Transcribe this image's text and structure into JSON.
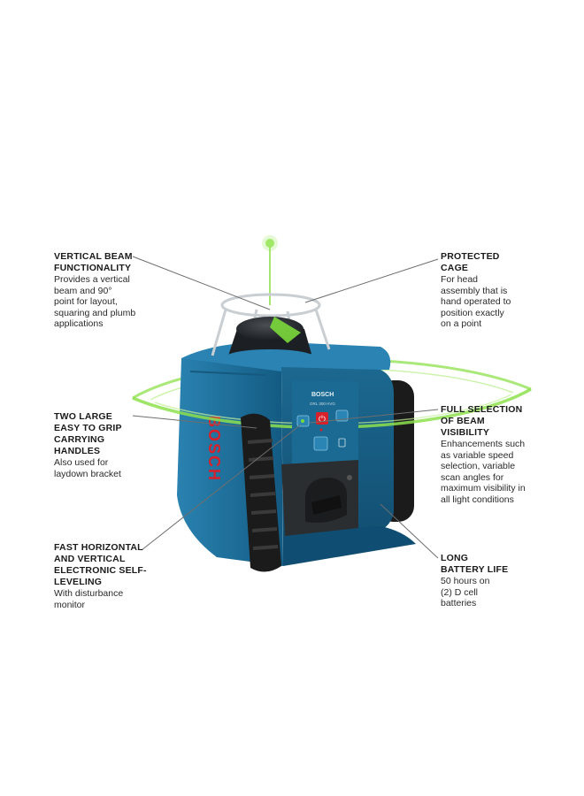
{
  "product": {
    "brand": "BOSCH",
    "side_brand": "BOSCH",
    "model_text": "GRL 300 HVG"
  },
  "colors": {
    "housing_blue": "#1e6f9a",
    "housing_dark": "#0f4e72",
    "grip_black": "#1b1b1b",
    "beam_green": "#7ad93a",
    "cage_gray": "#c9ced2",
    "brand_red": "#d8202a"
  },
  "callouts": [
    {
      "id": "vertical-beam",
      "heading": "VERTICAL BEAM\nFUNCTIONALITY",
      "description": "Provides a vertical\nbeam and 90°\npoint for layout,\nsquaring and plumb\napplications"
    },
    {
      "id": "protected-cage",
      "heading": "PROTECTED\nCAGE",
      "description": "For head\nassembly that is\nhand operated to\nposition exactly\non a point"
    },
    {
      "id": "carrying-handles",
      "heading": "TWO LARGE\nEASY TO GRIP\nCARRYING\nHANDLES",
      "description": "Also used for\nlaydown bracket"
    },
    {
      "id": "beam-visibility",
      "heading": "FULL SELECTION\nOF BEAM\nVISIBILITY",
      "description": "Enhancements such\nas variable speed\nselection, variable\nscan angles for\nmaximum visibility in\nall light conditions"
    },
    {
      "id": "self-leveling",
      "heading": "FAST HORIZONTAL\nAND VERTICAL\nELECTRONIC SELF-\nLEVELING",
      "description": "With disturbance\nmonitor"
    },
    {
      "id": "battery-life",
      "heading": "LONG\nBATTERY LIFE",
      "description": "50 hours on\n(2) D cell\nbatteries"
    }
  ]
}
